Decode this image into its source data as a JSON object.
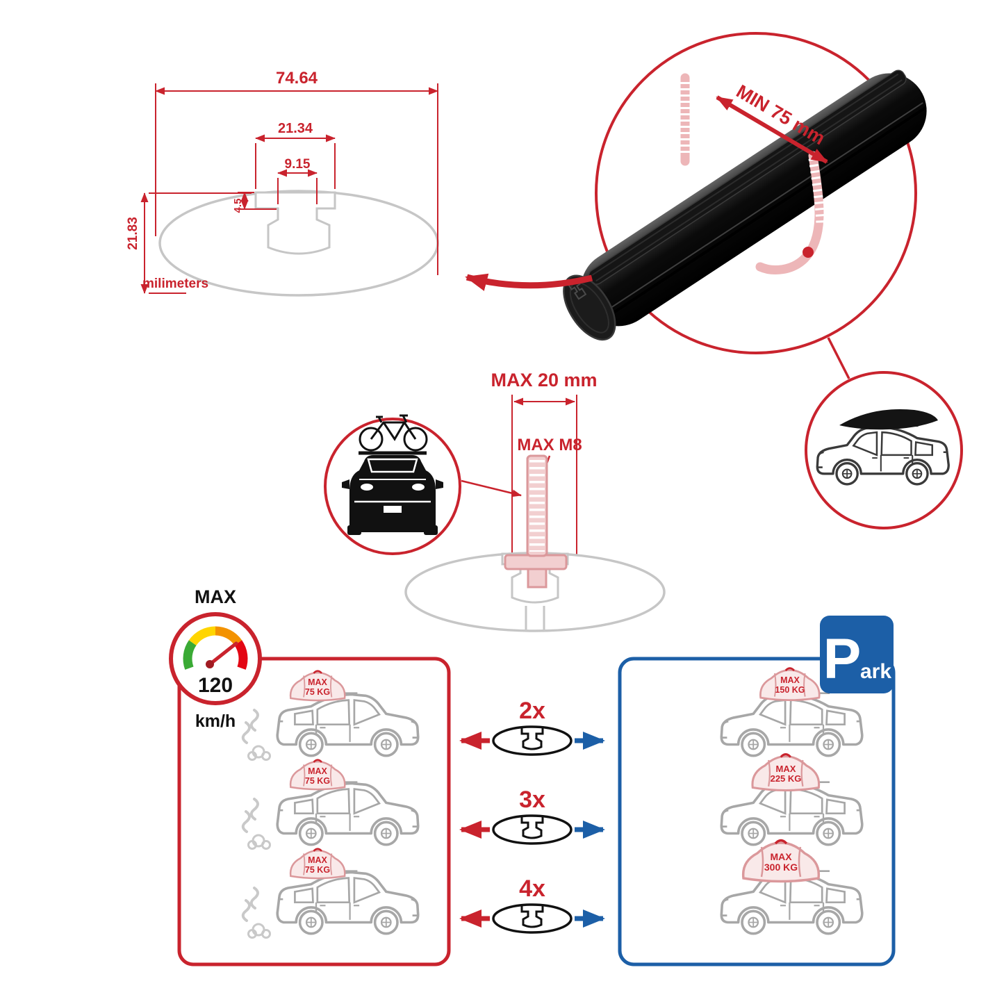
{
  "colors": {
    "red": "#c9232d",
    "blue": "#1c5fa7",
    "pink": "#edb6b8",
    "light_gray": "#c6c6c6",
    "black": "#111111",
    "gauge_segments": [
      "#3aaa35",
      "#ffd500",
      "#f39200",
      "#e30613"
    ]
  },
  "cross_section": {
    "width_total": "74.64",
    "slot_outer": "21.34",
    "slot_inner": "9.15",
    "lip_depth": "4.5",
    "height_total": "21.83",
    "units": "milimeters"
  },
  "clamp_detail": {
    "min_span": "MIN 75 mm"
  },
  "bolt_detail": {
    "max_length": "MAX 20 mm",
    "max_thread": "MAX M8"
  },
  "speed_limit": {
    "label": "MAX",
    "value": "120",
    "unit": "km/h"
  },
  "parking_sign": {
    "letter": "P",
    "suffix": "ark"
  },
  "capacity": {
    "max_word": "MAX",
    "rows": [
      {
        "multiplier": "2x",
        "left_kg": "75 KG",
        "right_kg": "150 KG"
      },
      {
        "multiplier": "3x",
        "left_kg": "75 KG",
        "right_kg": "225 KG"
      },
      {
        "multiplier": "4x",
        "left_kg": "75 KG",
        "right_kg": "300 KG"
      }
    ]
  }
}
